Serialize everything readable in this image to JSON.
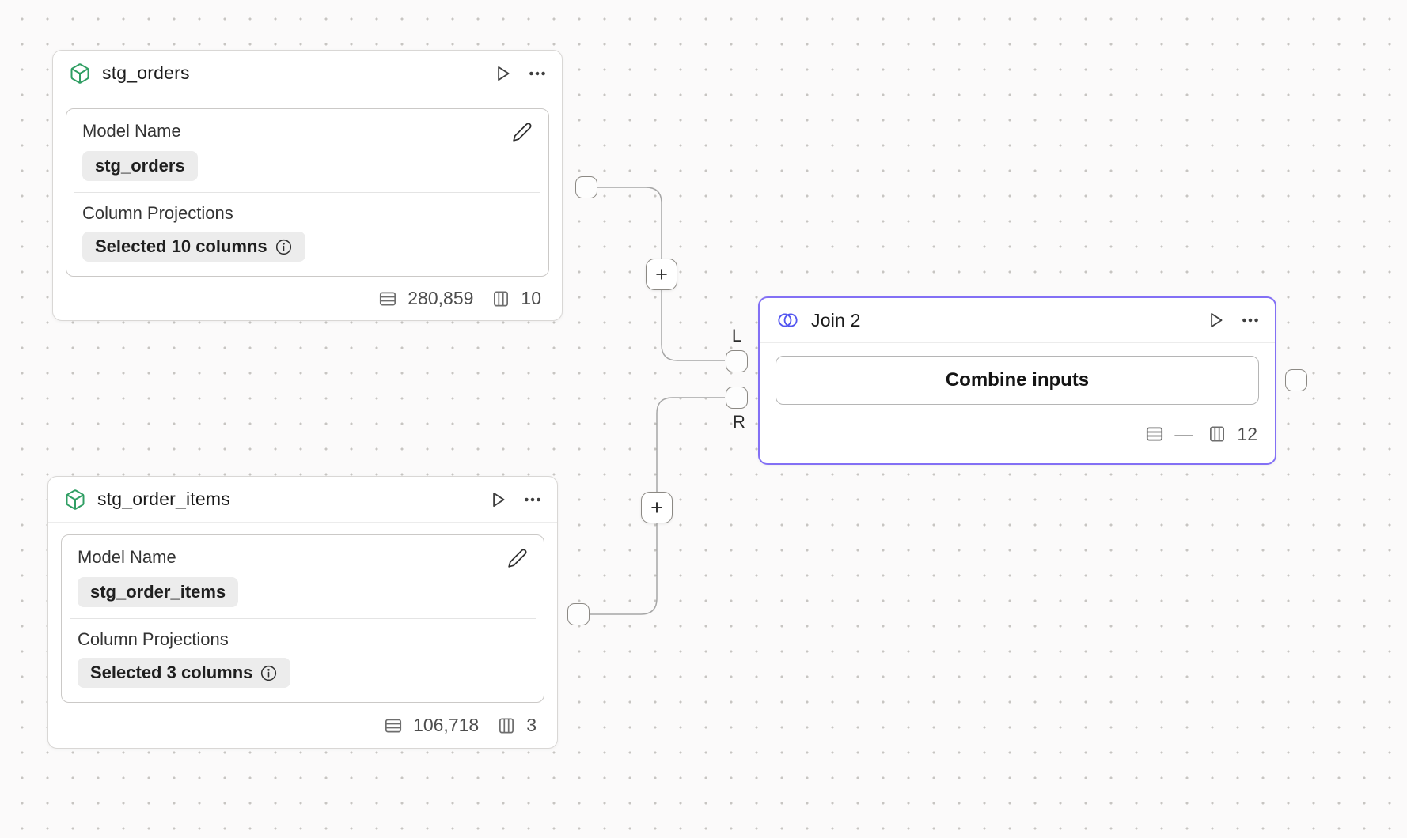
{
  "canvas": {
    "background_color": "#fbfafa",
    "dot_color": "#c7c5c2",
    "edge_color": "#a6a6a6"
  },
  "nodes": {
    "stg_orders": {
      "title": "stg_orders",
      "icon": "cube-icon",
      "icon_color": "#2f9e63",
      "model_name_label": "Model Name",
      "model_name_value": "stg_orders",
      "column_projections_label": "Column Projections",
      "column_projections_value": "Selected 10 columns",
      "row_count": "280,859",
      "column_count": "10"
    },
    "stg_order_items": {
      "title": "stg_order_items",
      "icon": "cube-icon",
      "icon_color": "#2f9e63",
      "model_name_label": "Model Name",
      "model_name_value": "stg_order_items",
      "column_projections_label": "Column Projections",
      "column_projections_value": "Selected 3 columns",
      "row_count": "106,718",
      "column_count": "3"
    },
    "join": {
      "title": "Join 2",
      "icon": "join-circles-icon",
      "icon_color": "#5356f0",
      "accent_color": "#8370f5",
      "button_label": "Combine inputs",
      "row_count": "—",
      "column_count": "12"
    }
  },
  "edges": {
    "left_input_label": "L",
    "right_input_label": "R",
    "add_step_label": "+"
  }
}
